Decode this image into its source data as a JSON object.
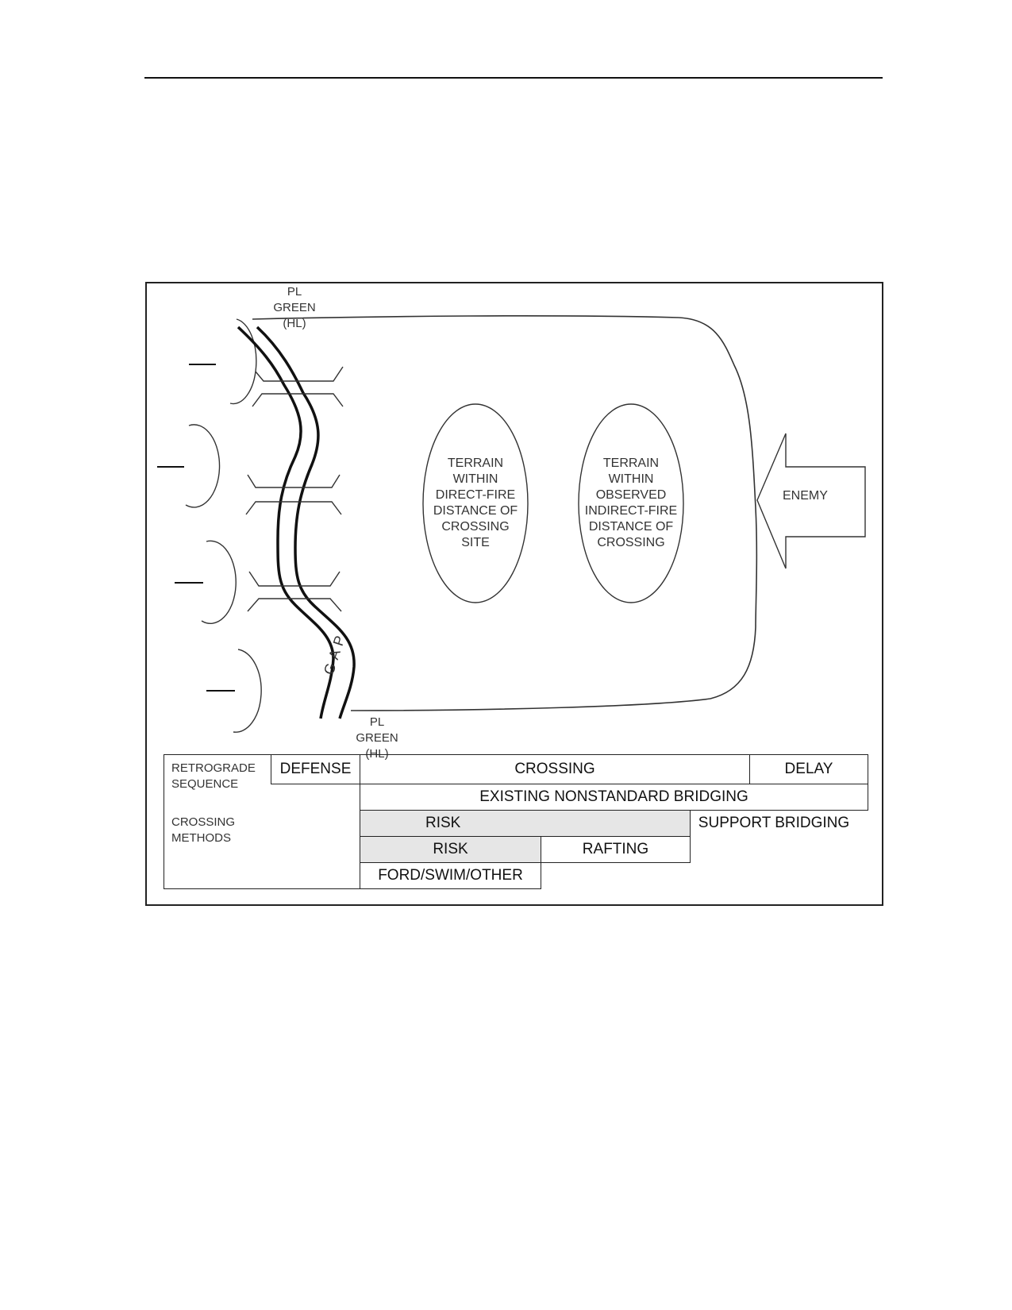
{
  "diagram": {
    "phase_line_top": {
      "name": "PL GREEN",
      "code": "(HL)"
    },
    "phase_line_bottom": {
      "name": "PL GREEN",
      "code": "(HL)"
    },
    "gap_label": "GAP",
    "ellipse_left": [
      "TERRAIN",
      "WITHIN",
      "DIRECT-FIRE",
      "DISTANCE OF",
      "CROSSING",
      "SITE"
    ],
    "ellipse_right": [
      "TERRAIN",
      "WITHIN",
      "OBSERVED",
      "INDIRECT-FIRE",
      "DISTANCE OF",
      "CROSSING"
    ],
    "enemy_label": "ENEMY"
  },
  "table": {
    "retrograde_label_1": "RETROGRADE",
    "retrograde_label_2": "SEQUENCE",
    "crossing_methods_label_1": "CROSSING",
    "crossing_methods_label_2": "METHODS",
    "defense": "DEFENSE",
    "crossing": "CROSSING",
    "delay": "DELAY",
    "existing_bridging": "EXISTING NONSTANDARD BRIDGING",
    "risk_1": "RISK",
    "support_bridging": "SUPPORT BRIDGING",
    "risk_2": "RISK",
    "rafting": "RAFTING",
    "ford_swim": "FORD/SWIM/OTHER"
  }
}
